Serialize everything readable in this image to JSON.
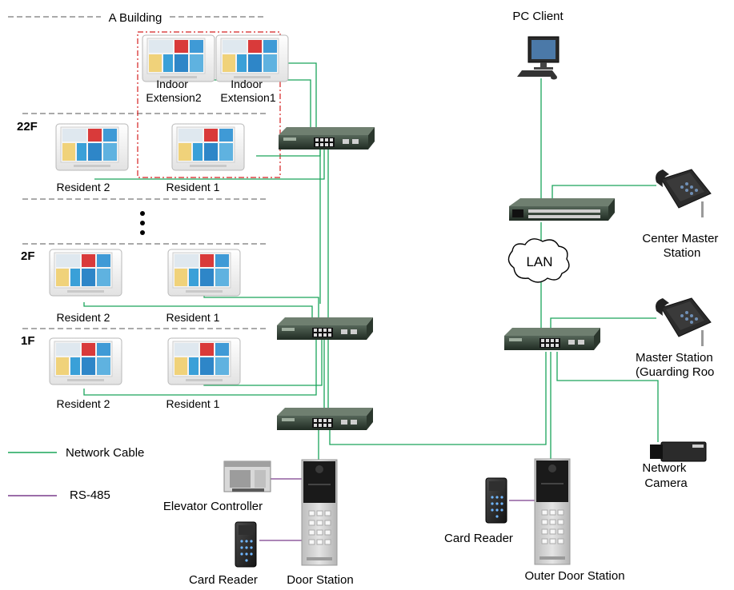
{
  "building": {
    "title": "A Building"
  },
  "floors": {
    "f22": "22F",
    "f2": "2F",
    "f1": "1F"
  },
  "indoor": {
    "ext2": [
      "Indoor",
      "Extension2"
    ],
    "ext1": [
      "Indoor",
      "Extension1"
    ]
  },
  "residents": {
    "r2": "Resident 2",
    "r1": "Resident 1"
  },
  "legend": {
    "network": "Network Cable",
    "rs485": "RS-485"
  },
  "devices": {
    "pc_client": "PC Client",
    "lan": "LAN",
    "center_master": [
      "Center Master",
      "Station"
    ],
    "master_guard": [
      "Master Station",
      "(Guarding Roo"
    ],
    "network_camera": [
      "Network",
      "Camera"
    ],
    "elevator_controller": "Elevator Controller",
    "card_reader": "Card Reader",
    "door_station": "Door Station",
    "outer_card_reader": "Card Reader",
    "outer_door_station": "Outer Door Station"
  },
  "colors": {
    "network": "#1aa55a",
    "rs485": "#7a3d8c",
    "dash_red": "#d42020",
    "dash_gray": "#555555"
  }
}
